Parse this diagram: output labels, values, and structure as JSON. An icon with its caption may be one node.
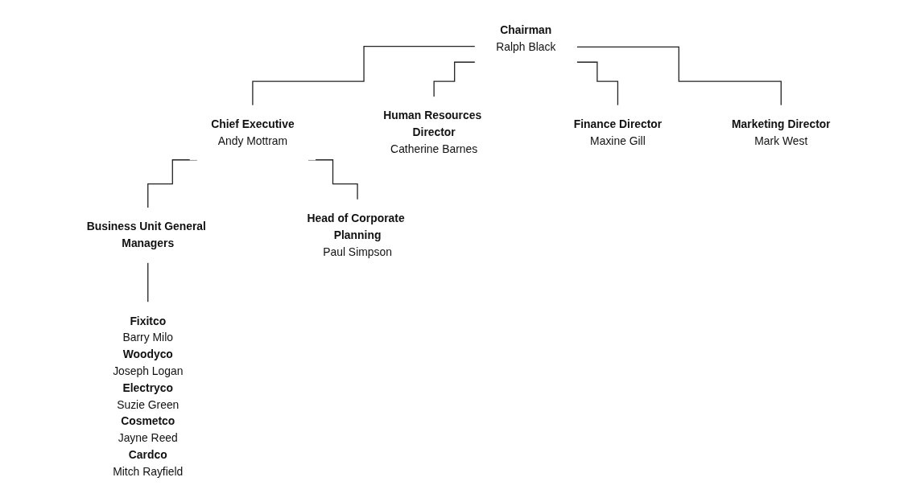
{
  "diagram": {
    "nodes": [
      {
        "text": [
          "Chairman",
          "Ralph Black"
        ]
      },
      {
        "text": [
          "Chief Executive",
          "Andy Mottram"
        ]
      },
      {
        "text": [
          "Human Resources Director",
          "Catherine Barnes"
        ]
      },
      {
        "text": [
          "Finance Director",
          "Maxine Gill"
        ]
      },
      {
        "text": [
          "Marketing Director",
          "Mark West"
        ]
      },
      {
        "text": [
          "Business Unit General Managers"
        ]
      },
      {
        "text": [
          "Head of Corporate Planning",
          "Paul Simpson"
        ]
      },
      {
        "text": [
          "Fixitco",
          "Barry Milo",
          "Woodyco",
          "Joseph Logan",
          "Electryco",
          "Suzie Green",
          "Cosmetco",
          "Jayne Reed",
          "Cardco",
          "Mitch Rayfield"
        ]
      }
    ],
    "edges": [
      {
        "from": 0,
        "to": 1,
        "arrow": "none"
      },
      {
        "from": 0,
        "to": 2,
        "arrow": "none"
      },
      {
        "from": 0,
        "to": 3,
        "arrow": "none"
      },
      {
        "from": 0,
        "to": 4,
        "arrow": "none"
      },
      {
        "from": 1,
        "to": 5,
        "arrow": "none"
      },
      {
        "from": 1,
        "to": 6,
        "arrow": "none"
      },
      {
        "from": 5,
        "to": 7,
        "arrow": "none"
      }
    ]
  }
}
